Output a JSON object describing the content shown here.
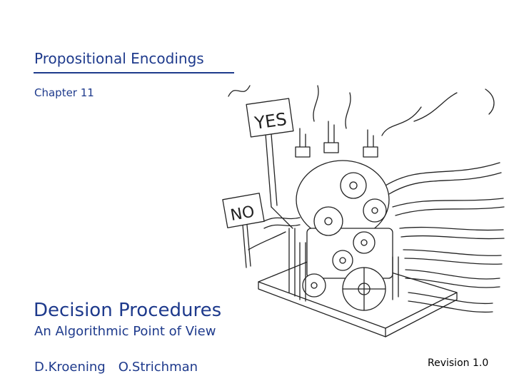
{
  "slide": {
    "title": "Propositional Encodings",
    "chapter": "Chapter 11",
    "book_title": "Decision Procedures",
    "book_subtitle": "An Algorithmic Point of View",
    "authors": [
      "D.Kroening",
      "O.Strichman"
    ],
    "revision": "Revision 1.0"
  },
  "illustration": {
    "sign_yes": "YES",
    "sign_no": "NO"
  },
  "colors": {
    "heading": "#1e3a8c",
    "ink": "#222222",
    "background": "#ffffff"
  }
}
